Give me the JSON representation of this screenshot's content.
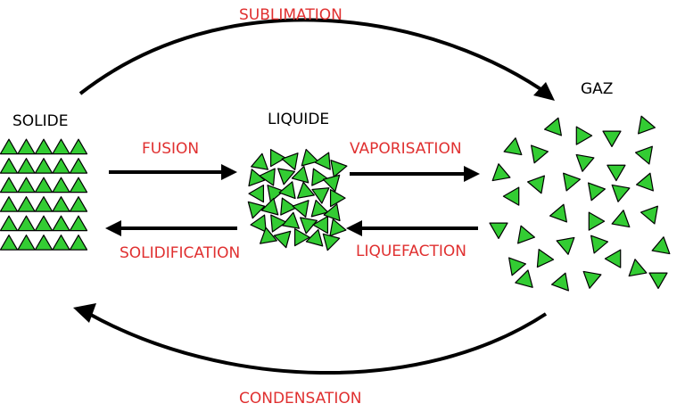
{
  "colors": {
    "process_text": "#e03030",
    "state_text": "#000000",
    "particle_fill": "#33cc33",
    "particle_stroke": "#000000",
    "arrow": "#000000"
  },
  "states": {
    "solid": "SOLIDE",
    "liquid": "LIQUIDE",
    "gas": "GAZ"
  },
  "processes": {
    "sublimation": "SUBLIMATION",
    "fusion": "FUSION",
    "vaporisation": "VAPORISATION",
    "solidification": "SOLIDIFICATION",
    "liquefaction": "LIQUEFACTION",
    "condensation": "CONDENSATION"
  },
  "icons": {
    "particle": "green-triangle-particle"
  }
}
